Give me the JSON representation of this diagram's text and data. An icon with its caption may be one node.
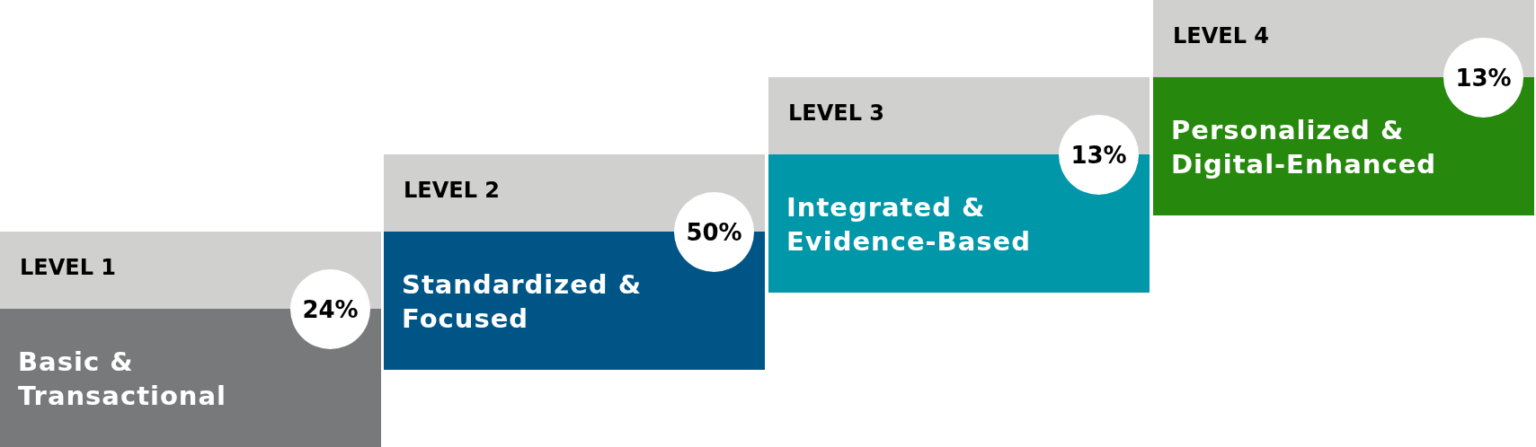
{
  "diagram": {
    "nodes": [
      {
        "text": [
          "LEVEL 1",
          "Basic & Transactional"
        ],
        "beside": [
          "24%"
        ]
      },
      {
        "text": [
          "LEVEL 2",
          "Standardized & Focused"
        ],
        "beside": [
          "50%"
        ]
      },
      {
        "text": [
          "LEVEL 3",
          "Integrated & Evidence-Based"
        ],
        "beside": [
          "13%"
        ]
      },
      {
        "text": [
          "LEVEL 4",
          "Personalized & Digital-Enhanced"
        ],
        "beside": [
          "13%"
        ]
      }
    ]
  }
}
